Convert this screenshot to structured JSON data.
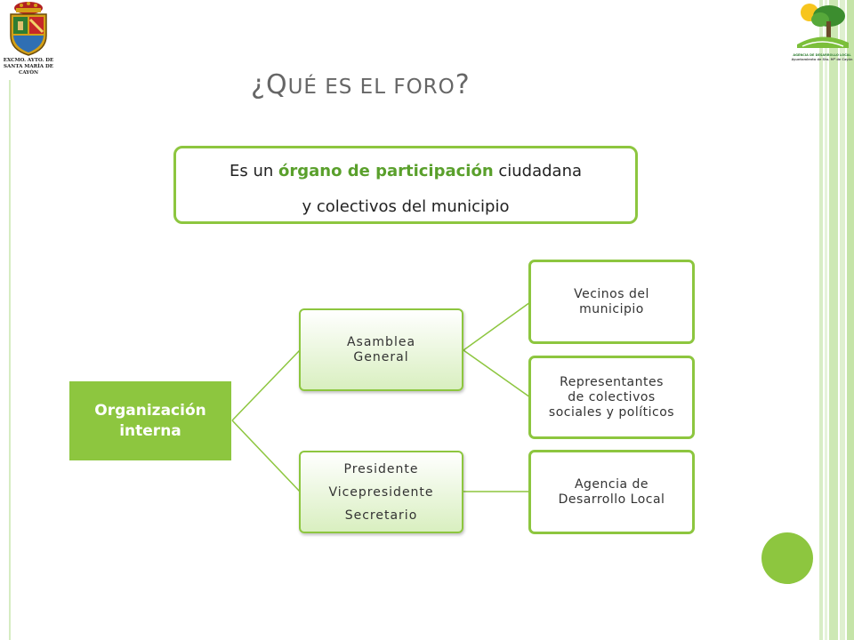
{
  "title": {
    "q_open": "¿",
    "q_cap": "Q",
    "q_rest": "UÉ ES EL FORO",
    "q_close": "?"
  },
  "definition": {
    "line1_pre": "Es un ",
    "line1_highlight": "órgano de participación",
    "line1_post": " ciudadana",
    "line2": "y colectivos del municipio"
  },
  "logos": {
    "left_text_line1": "EXCMO. AYTO. DE",
    "left_text_line2": "SANTA MARÍA DE CAYÓN",
    "right_text_line1": "AGENCIA DE DESARROLLO LOCAL",
    "right_text_line2": "Ayuntamiento de Sta. Mª de Cayón"
  },
  "diagram": {
    "root": {
      "line1": "Organización",
      "line2": "interna"
    },
    "asamblea": {
      "line1": "Asamblea",
      "line2": "General"
    },
    "cargos": {
      "line1": "Presidente",
      "line2": "Vicepresidente",
      "line3": "Secretario"
    },
    "vecinos": {
      "line1": "Vecinos del",
      "line2": "municipio"
    },
    "representantes": {
      "line1": "Representantes",
      "line2": "de colectivos",
      "line3": "sociales y políticos"
    },
    "agencia": {
      "line1": "Agencia de",
      "line2": "Desarrollo Local"
    }
  },
  "colors": {
    "accent_green": "#8dc63f",
    "highlight_green": "#5aa02c",
    "title_gray": "#666666"
  }
}
